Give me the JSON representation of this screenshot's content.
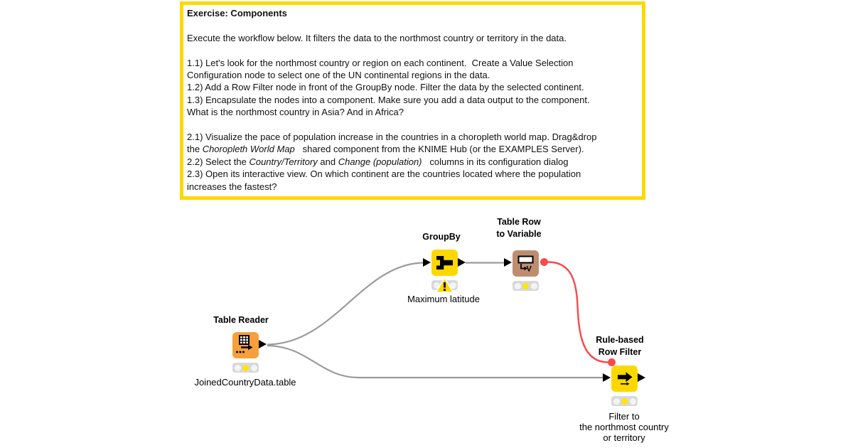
{
  "annotation": {
    "border_color": "#FFD800",
    "title": "Exercise: Components",
    "lines": [
      {
        "segments": [
          {
            "text": "Exercise: Components",
            "bold": true
          }
        ]
      },
      {
        "segments": []
      },
      {
        "segments": [
          {
            "text": "Execute the workflow below. It filters the data to the northmost country or territory in the data."
          }
        ]
      },
      {
        "segments": []
      },
      {
        "segments": [
          {
            "text": "1.1) Let's look for the northmost country or region on each continent.  Create a Value Selection"
          }
        ]
      },
      {
        "segments": [
          {
            "text": "Configuration node to select one of the UN continental regions in the data."
          }
        ]
      },
      {
        "segments": [
          {
            "text": "1.2) Add a Row Filter node in front of the GroupBy node. Filter the data by the selected continent."
          }
        ]
      },
      {
        "segments": [
          {
            "text": "1.3) Encapsulate the nodes into a component. Make sure you add a data output to the component."
          }
        ]
      },
      {
        "segments": [
          {
            "text": "What is the northmost country in Asia? And in Africa?"
          }
        ]
      },
      {
        "segments": []
      },
      {
        "segments": [
          {
            "text": "2.1) Visualize the pace of population increase in the countries in a choropleth world map. Drag&drop"
          }
        ]
      },
      {
        "segments": [
          {
            "text": "the "
          },
          {
            "text": "Choropleth World Map",
            "italic": true
          },
          {
            "text": "   shared component from the KNIME Hub (or the EXAMPLES Server)."
          }
        ]
      },
      {
        "segments": [
          {
            "text": "2.2) Select the "
          },
          {
            "text": "Country/Territory",
            "italic": true
          },
          {
            "text": " and "
          },
          {
            "text": "Change (population)",
            "italic": true
          },
          {
            "text": "   columns in its configuration dialog"
          }
        ]
      },
      {
        "segments": [
          {
            "text": "2.3) Open its interactive view. On which continent are the countries located where the population"
          }
        ]
      },
      {
        "segments": [
          {
            "text": "increases the fastest?"
          }
        ]
      }
    ]
  },
  "workflow": {
    "colors": {
      "annotation_border": "#FFD800",
      "data_connection": "#9B9B9B",
      "flow_variable_connection": "#F9494C",
      "node_yellow": "#FDD800",
      "node_orange": "#F6A03B",
      "node_tan": "#BE8D6F",
      "status_idle": "#F4F4F4",
      "status_active_yellow": "#FFE600",
      "warning_triangle": "#FFD800"
    },
    "nodes": {
      "table_reader": {
        "title": "Table Reader",
        "label": "JoinedCountryData.table",
        "status": "configured"
      },
      "groupby": {
        "title": "GroupBy",
        "label": "Maximum latitude",
        "status": "configured",
        "warning_mark": "!"
      },
      "table_row_to_variable": {
        "title1": "Table Row",
        "title2": "to Variable",
        "status": "configured"
      },
      "rule_based_row_filter": {
        "title1": "Rule-based",
        "title2": "Row Filter",
        "label1": "Filter to",
        "label2": "the northmost country",
        "label3": "or territory",
        "status": "configured"
      }
    },
    "connections": [
      {
        "id": "table-reader-to-groupby",
        "kind": "data"
      },
      {
        "id": "table-reader-to-rule-based-row-filter",
        "kind": "data"
      },
      {
        "id": "groupby-to-table-row-to-variable",
        "kind": "data"
      },
      {
        "id": "table-row-to-variable-to-rule-based-row-filter",
        "kind": "flow-variable"
      }
    ]
  }
}
